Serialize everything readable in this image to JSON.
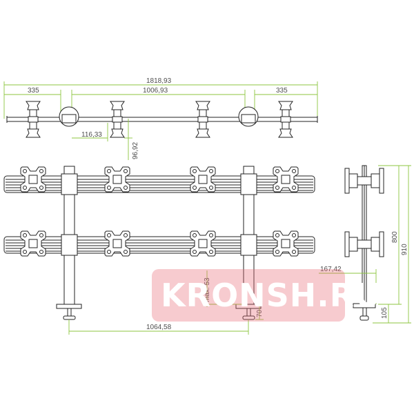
{
  "drawing": {
    "dimensions": {
      "overall_width": "1818,93",
      "side_offset_left": "335",
      "center_span": "1006,93",
      "side_offset_right": "335",
      "arm_offset": "116,33",
      "depth": "96,92",
      "post_spacing": "1064,58",
      "bracket_max": "max. 53",
      "bracket_70": "70",
      "side_depth": "167,42",
      "height_800": "800",
      "height_910": "910",
      "base_105": "105"
    },
    "watermark": "KRONSH.RU",
    "colors": {
      "dimension_line": "#8cc63f",
      "outline": "#222222",
      "watermark": "#e86a76"
    }
  }
}
